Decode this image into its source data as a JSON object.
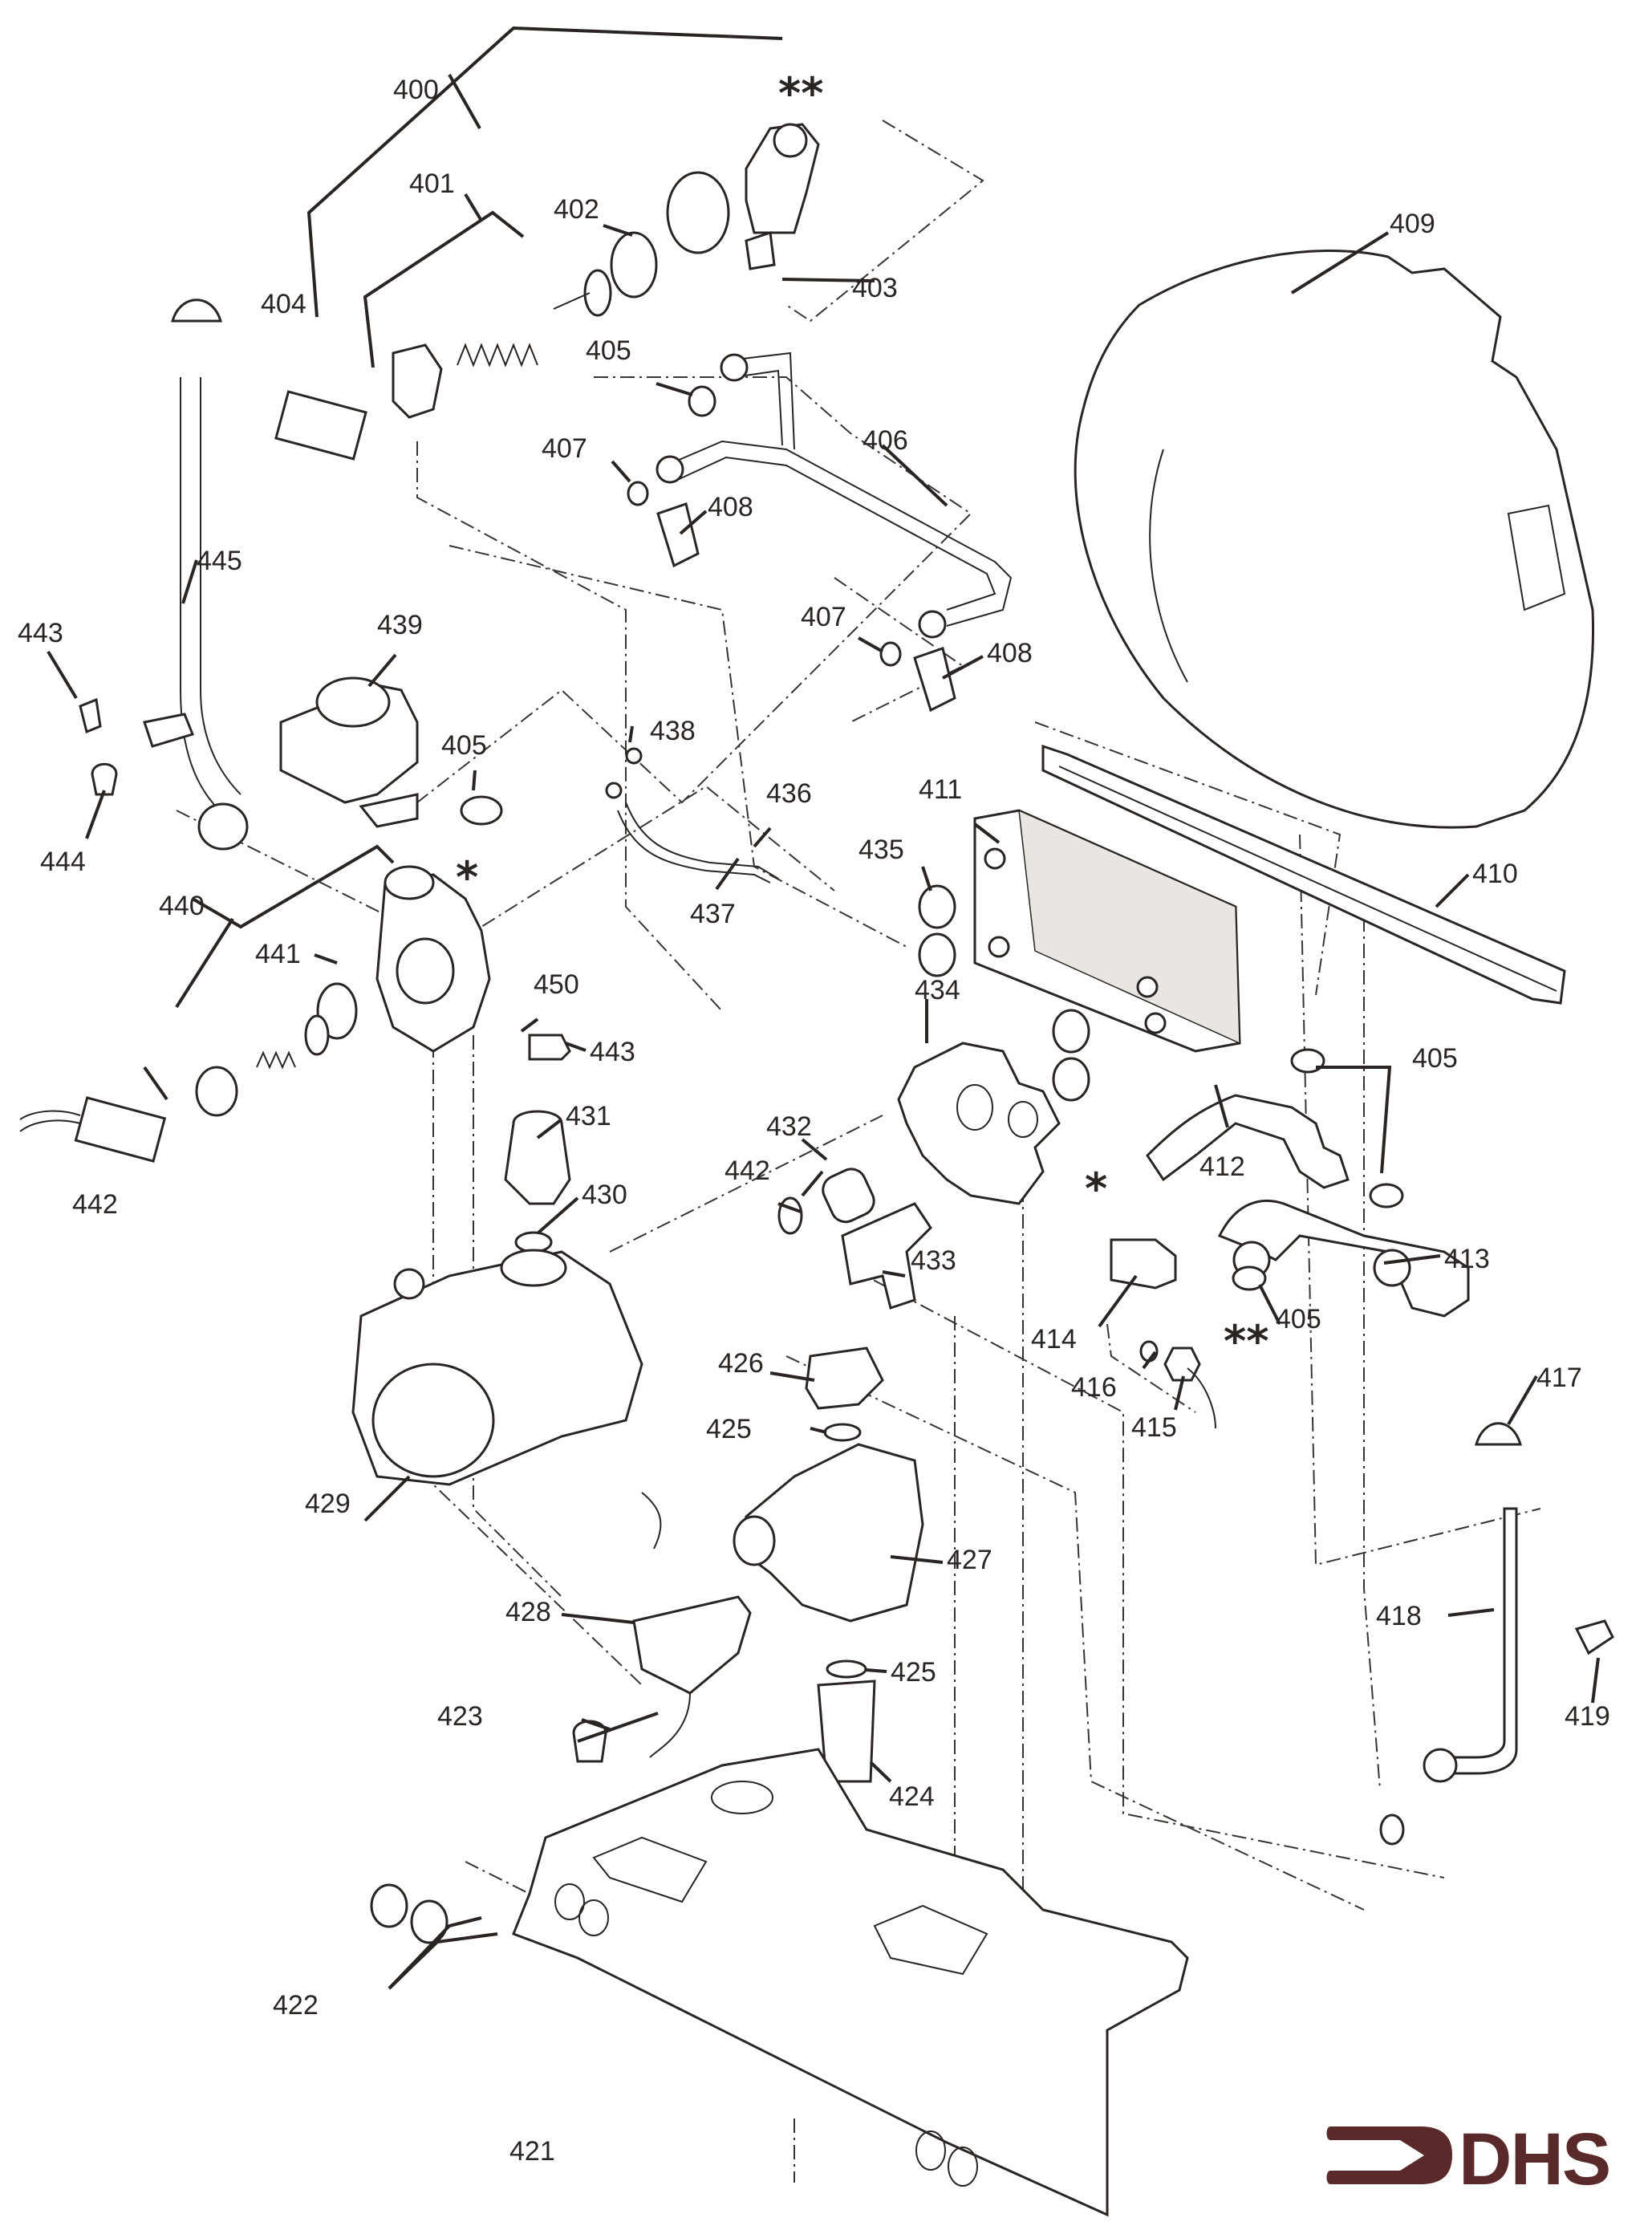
{
  "diagram": {
    "type": "exploded-parts-diagram",
    "subject": "boiler hydraulic assembly",
    "callouts": [
      {
        "id": "400",
        "text": "400"
      },
      {
        "id": "401",
        "text": "401"
      },
      {
        "id": "402",
        "text": "402"
      },
      {
        "id": "403",
        "text": "403"
      },
      {
        "id": "404",
        "text": "404"
      },
      {
        "id": "405a",
        "text": "405"
      },
      {
        "id": "406",
        "text": "406"
      },
      {
        "id": "407a",
        "text": "407"
      },
      {
        "id": "408a",
        "text": "408"
      },
      {
        "id": "407b",
        "text": "407"
      },
      {
        "id": "408b",
        "text": "408"
      },
      {
        "id": "409",
        "text": "409"
      },
      {
        "id": "410",
        "text": "410"
      },
      {
        "id": "411",
        "text": "411"
      },
      {
        "id": "412",
        "text": "412"
      },
      {
        "id": "413",
        "text": "413"
      },
      {
        "id": "405c",
        "text": "405"
      },
      {
        "id": "405d",
        "text": "405"
      },
      {
        "id": "414",
        "text": "414"
      },
      {
        "id": "415",
        "text": "415"
      },
      {
        "id": "416",
        "text": "416"
      },
      {
        "id": "417",
        "text": "417"
      },
      {
        "id": "418",
        "text": "418"
      },
      {
        "id": "419",
        "text": "419"
      },
      {
        "id": "421",
        "text": "421"
      },
      {
        "id": "422",
        "text": "422"
      },
      {
        "id": "423",
        "text": "423"
      },
      {
        "id": "424",
        "text": "424"
      },
      {
        "id": "425a",
        "text": "425"
      },
      {
        "id": "425b",
        "text": "425"
      },
      {
        "id": "426",
        "text": "426"
      },
      {
        "id": "427",
        "text": "427"
      },
      {
        "id": "428",
        "text": "428"
      },
      {
        "id": "429",
        "text": "429"
      },
      {
        "id": "430",
        "text": "430"
      },
      {
        "id": "431",
        "text": "431"
      },
      {
        "id": "432",
        "text": "432"
      },
      {
        "id": "433",
        "text": "433"
      },
      {
        "id": "434",
        "text": "434"
      },
      {
        "id": "435",
        "text": "435"
      },
      {
        "id": "436",
        "text": "436"
      },
      {
        "id": "437",
        "text": "437"
      },
      {
        "id": "438",
        "text": "438"
      },
      {
        "id": "439",
        "text": "439"
      },
      {
        "id": "440",
        "text": "440"
      },
      {
        "id": "441",
        "text": "441"
      },
      {
        "id": "442a",
        "text": "442"
      },
      {
        "id": "442b",
        "text": "442"
      },
      {
        "id": "443a",
        "text": "443"
      },
      {
        "id": "443b",
        "text": "443"
      },
      {
        "id": "444",
        "text": "444"
      },
      {
        "id": "445",
        "text": "445"
      },
      {
        "id": "450",
        "text": "450"
      },
      {
        "id": "405b",
        "text": "405"
      }
    ],
    "markers": {
      "double_star": "**",
      "single_star": "*"
    }
  },
  "logo": {
    "text": "DHS",
    "color": "#5a2a2a"
  }
}
